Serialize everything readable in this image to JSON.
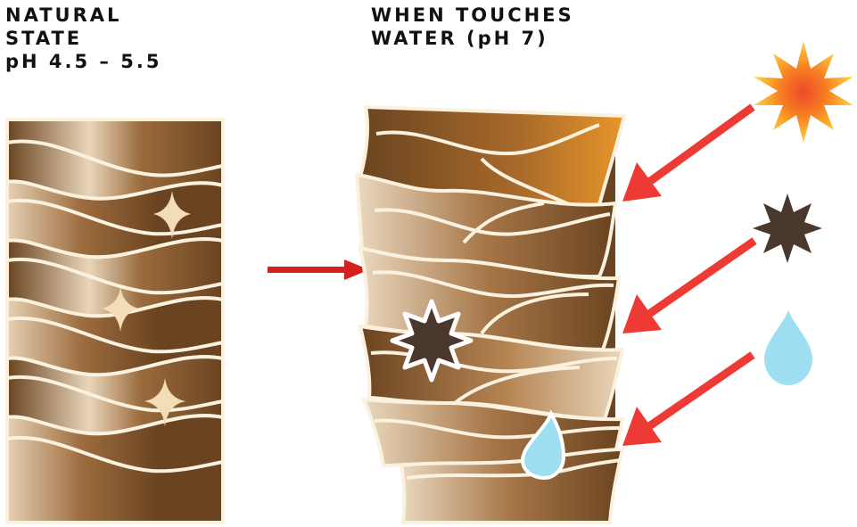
{
  "natural_state": {
    "line1": "NATURAL",
    "line2": "STATE",
    "line3": "pH 4.5 – 5.5"
  },
  "water_state": {
    "line1": "WHEN TOUCHES",
    "line2": "WATER (pH 7)"
  },
  "colors": {
    "hair_dark": "#6a4420",
    "hair_light": "#e8d4b8",
    "cuticle_outline": "#fbf1df",
    "arrow_red": "#ee3a35",
    "sun_orange": "#f58a1f",
    "damage_star": "#4a382c",
    "water_drop": "#9ddff0",
    "sparkle": "#f3dcb8"
  },
  "icons": [
    "sun-icon",
    "damage-star-icon",
    "water-drop-icon",
    "sparkle-icon",
    "arrow-icon"
  ]
}
